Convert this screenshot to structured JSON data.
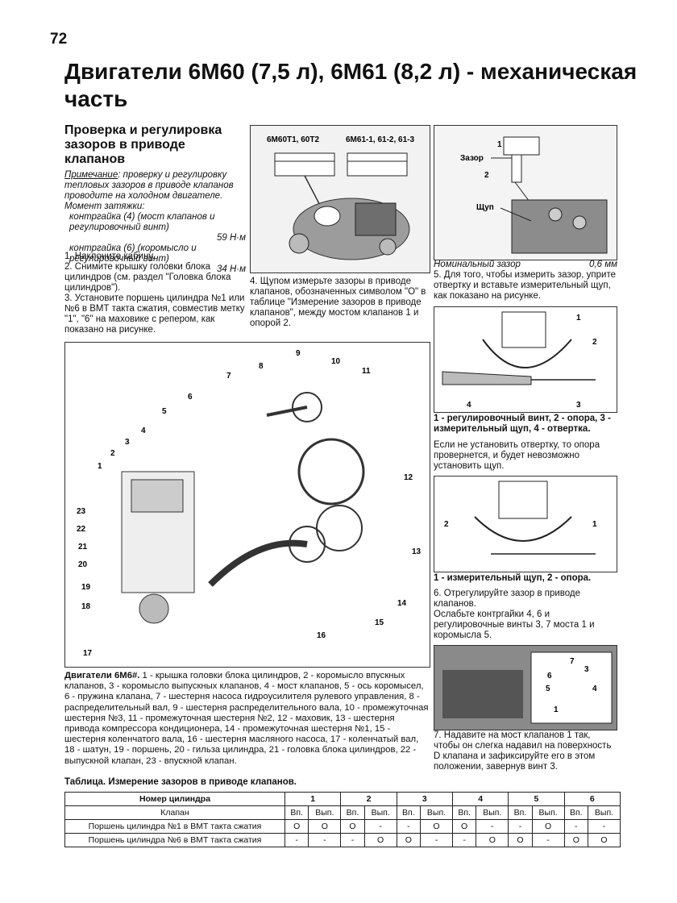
{
  "page_number": "72",
  "title": "Двигатели 6M60 (7,5 л), 6M61 (8,2 л) - механическая часть",
  "section_heading": "Проверка и регулировка зазоров в приводе клапанов",
  "note_label": "Примечание",
  "note_text": ": проверку и регулировку тепловых зазоров в приводе клапанов проводите на холодном двигателе.",
  "torque_heading": "Момент затяжки:",
  "torque_items": [
    {
      "label": "контргайка (4) (мост клапанов и регулировочный винт)",
      "value": "59 Н·м"
    },
    {
      "label": "контргайка (6) (коромысло и регулировочный винт)",
      "value": "34 Н·м"
    }
  ],
  "steps_left": [
    "1. Наклоните кабину.",
    "2. Снимите крышку головки блока цилиндров (см. раздел \"Головка блока цилиндров\").",
    "3. Установите поршень цилиндра №1 или №6 в ВМТ такта сжатия, совместив метку \"1\", \"6\" на маховике с репером, как показано на рисунке."
  ],
  "flywheel_labels": {
    "left": "6M60T1, 60T2",
    "right": "6M61-1, 61-2, 61-3"
  },
  "step4": "4. Щупом измерьте зазоры в приводе клапанов, обозначенных символом \"О\" в таблице \"Измерение зазоров в приводе клапанов\", между мостом клапанов 1 и опорой 2.",
  "gap_fig_labels": {
    "gap": "Зазор",
    "feeler": "Щуп",
    "n1": "1",
    "n2": "2"
  },
  "nominal_label": "Номинальный зазор",
  "nominal_value": "0,6 мм",
  "step5": "5. Для того, чтобы измерить зазор, уприте отвертку и вставьте измерительный щуп, как показано на рисунке.",
  "fig_a_caption": "1 - регулировочный винт, 2 - опора, 3 - измерительный щуп, 4 - отвертка.",
  "warning_text": "Если не установить отвертку, то опора провернется, и будет невозможно установить щуп.",
  "fig_b_caption": "1 - измерительный щуп, 2 - опора.",
  "step6": "6. Отрегулируйте зазор в приводе клапанов.",
  "step6_text": "Ослабьте контргайки 4, 6 и регулировочные винты 3, 7 моста 1 и коромысла 5.",
  "step7": "7. Надавите на мост клапанов 1 так, чтобы он слегка надавил на поверхность D клапана и зафиксируйте его в этом положении, завернув винт 3.",
  "engine_caption_bold": "Двигатели 6M6#.",
  "engine_caption": " 1 - крышка головки блока цилиндров, 2 - коромысло впускных клапанов, 3 - коромысло выпускных клапанов, 4 - мост клапанов, 5 - ось коромысел, 6 - пружина клапана, 7 - шестерня насоса гидроусилителя рулевого управления, 8 - распределительный вал, 9 - шестерня распределительного вала, 10 - промежуточная шестерня №3, 11 - промежуточная шестерня №2, 12 - маховик, 13 - шестерня привода компрессора кондиционера, 14 - промежуточная шестерня №1, 15 - шестерня коленчатого вала, 16 - шестерня масляного насоса, 17 - коленчатый вал, 18 - шатун, 19 - поршень, 20 - гильза цилиндра, 21 - головка блока цилиндров, 22 - выпускной клапан, 23 - впускной клапан.",
  "engine_callouts": [
    "1",
    "2",
    "3",
    "4",
    "5",
    "6",
    "7",
    "8",
    "9",
    "10",
    "11",
    "12",
    "13",
    "14",
    "15",
    "16",
    "17",
    "18",
    "19",
    "20",
    "21",
    "22",
    "23"
  ],
  "table": {
    "title": "Таблица. Измерение зазоров в приводе клапанов.",
    "cyl_header": "Номер цилиндра",
    "valve_header": "Клапан",
    "cylinders": [
      "1",
      "2",
      "3",
      "4",
      "5",
      "6"
    ],
    "valve_types": [
      "Вп.",
      "Вып."
    ],
    "rows": [
      {
        "label": "Поршень цилиндра №1 в ВМТ такта сжатия",
        "cells": [
          "O",
          "O",
          "O",
          "-",
          "-",
          "O",
          "O",
          "-",
          "-",
          "O",
          "-",
          "-"
        ]
      },
      {
        "label": "Поршень цилиндра №6 в ВМТ такта сжатия",
        "cells": [
          "-",
          "-",
          "-",
          "O",
          "O",
          "-",
          "-",
          "O",
          "O",
          "-",
          "O",
          "O"
        ]
      }
    ]
  }
}
